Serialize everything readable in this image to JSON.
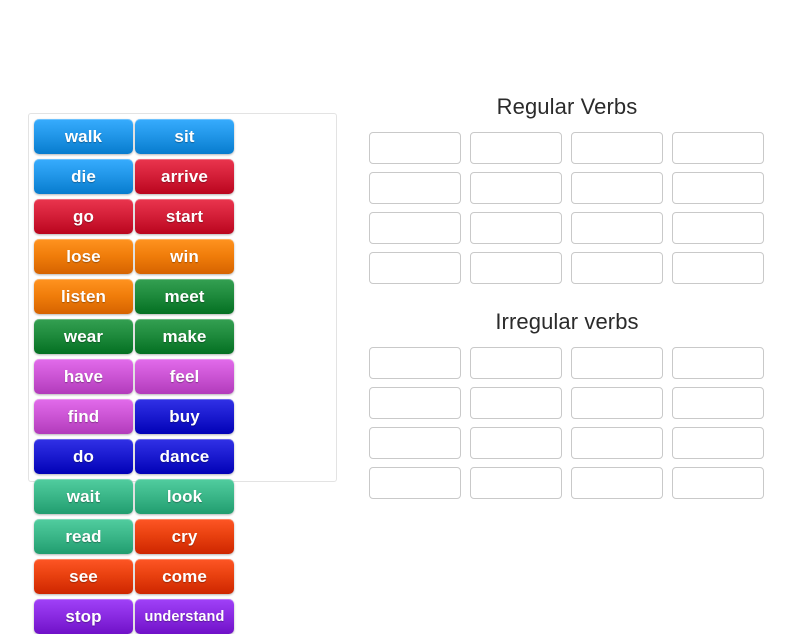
{
  "activity": {
    "type": "group-sort",
    "tray": {
      "tiles": [
        {
          "label": "walk",
          "color": "#2196e8"
        },
        {
          "label": "sit",
          "color": "#2196e8"
        },
        {
          "label": "die",
          "color": "#2196e8"
        },
        {
          "label": "arrive",
          "color": "#d41f38"
        },
        {
          "label": "go",
          "color": "#d41f38"
        },
        {
          "label": "start",
          "color": "#d41f38"
        },
        {
          "label": "lose",
          "color": "#f07d0a"
        },
        {
          "label": "win",
          "color": "#f07d0a"
        },
        {
          "label": "listen",
          "color": "#f07d0a"
        },
        {
          "label": "meet",
          "color": "#1e8a3c"
        },
        {
          "label": "wear",
          "color": "#1e8a3c"
        },
        {
          "label": "make",
          "color": "#1e8a3c"
        },
        {
          "label": "have",
          "color": "#cc55d5"
        },
        {
          "label": "feel",
          "color": "#cc55d5"
        },
        {
          "label": "find",
          "color": "#cc55d5"
        },
        {
          "label": "buy",
          "color": "#1b1bd0"
        },
        {
          "label": "do",
          "color": "#1b1bd0"
        },
        {
          "label": "dance",
          "color": "#1b1bd0"
        },
        {
          "label": "wait",
          "color": "#3bb789"
        },
        {
          "label": "look",
          "color": "#3bb789"
        },
        {
          "label": "read",
          "color": "#3bb789"
        },
        {
          "label": "cry",
          "color": "#e8400f"
        },
        {
          "label": "see",
          "color": "#e8400f"
        },
        {
          "label": "come",
          "color": "#e8400f"
        },
        {
          "label": "stop",
          "color": "#8a2be2"
        },
        {
          "label": "understand",
          "color": "#8a2be2"
        }
      ]
    },
    "zones": [
      {
        "title": "Regular Verbs",
        "slots": [
          "",
          "",
          "",
          "",
          "",
          "",
          "",
          "",
          "",
          "",
          "",
          "",
          "",
          "",
          "",
          ""
        ]
      },
      {
        "title": "Irregular verbs",
        "slots": [
          "",
          "",
          "",
          "",
          "",
          "",
          "",
          "",
          "",
          "",
          "",
          "",
          "",
          "",
          "",
          ""
        ]
      }
    ]
  }
}
